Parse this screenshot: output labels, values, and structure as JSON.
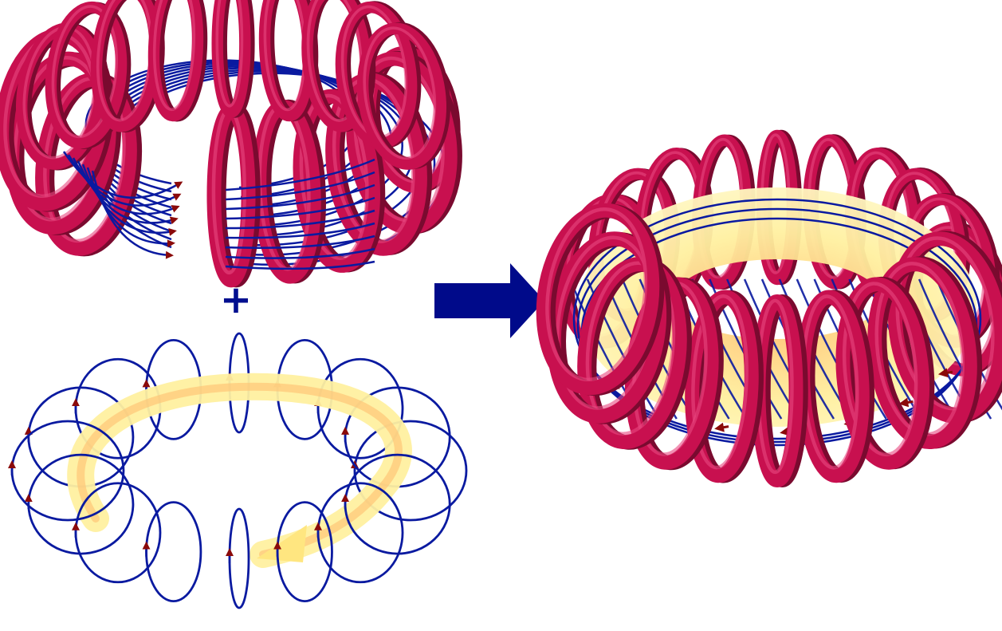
{
  "diagram": {
    "operator": "+",
    "panels": [
      {
        "id": "toroidal-field",
        "components": [
          "toroidal-field-coils",
          "toroidal-field-lines"
        ]
      },
      {
        "id": "poloidal-field",
        "components": [
          "plasma-current-arrow",
          "poloidal-field-loops"
        ]
      },
      {
        "id": "combined-field",
        "components": [
          "toroidal-field-coils",
          "plasma-torus",
          "helical-field-lines"
        ]
      }
    ],
    "result_arrow": "right-arrow-icon",
    "colors": {
      "coil": "#c8104f",
      "coil_dark": "#7a0a2f",
      "field_line": "#0a1aa0",
      "plasma": "#ffe680",
      "plasma_core": "#ffb347",
      "arrow_head": "#8a0a0a",
      "result_arrow": "#000a8a"
    }
  }
}
